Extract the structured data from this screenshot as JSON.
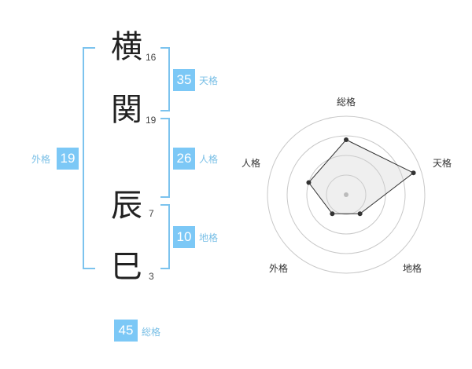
{
  "name_chars": [
    {
      "char": "横",
      "strokes": "16"
    },
    {
      "char": "関",
      "strokes": "19"
    },
    {
      "char": "辰",
      "strokes": "7"
    },
    {
      "char": "巳",
      "strokes": "3"
    }
  ],
  "kakusu": {
    "tenkaku": {
      "value": "35",
      "label": "天格"
    },
    "jinkaku": {
      "value": "26",
      "label": "人格"
    },
    "chikaku": {
      "value": "10",
      "label": "地格"
    },
    "gaikaku": {
      "value": "19",
      "label": "外格"
    },
    "soukaku": {
      "value": "45",
      "label": "総格"
    }
  },
  "colors": {
    "accent": "#7cc8f6",
    "bracket": "#7cc3ee",
    "label": "#79bfe6"
  },
  "chart_data": {
    "type": "radar",
    "axes": [
      "総格",
      "天格",
      "地格",
      "外格",
      "人格"
    ],
    "rings": 4,
    "values": [
      0.7,
      0.9,
      0.3,
      0.3,
      0.5
    ]
  }
}
